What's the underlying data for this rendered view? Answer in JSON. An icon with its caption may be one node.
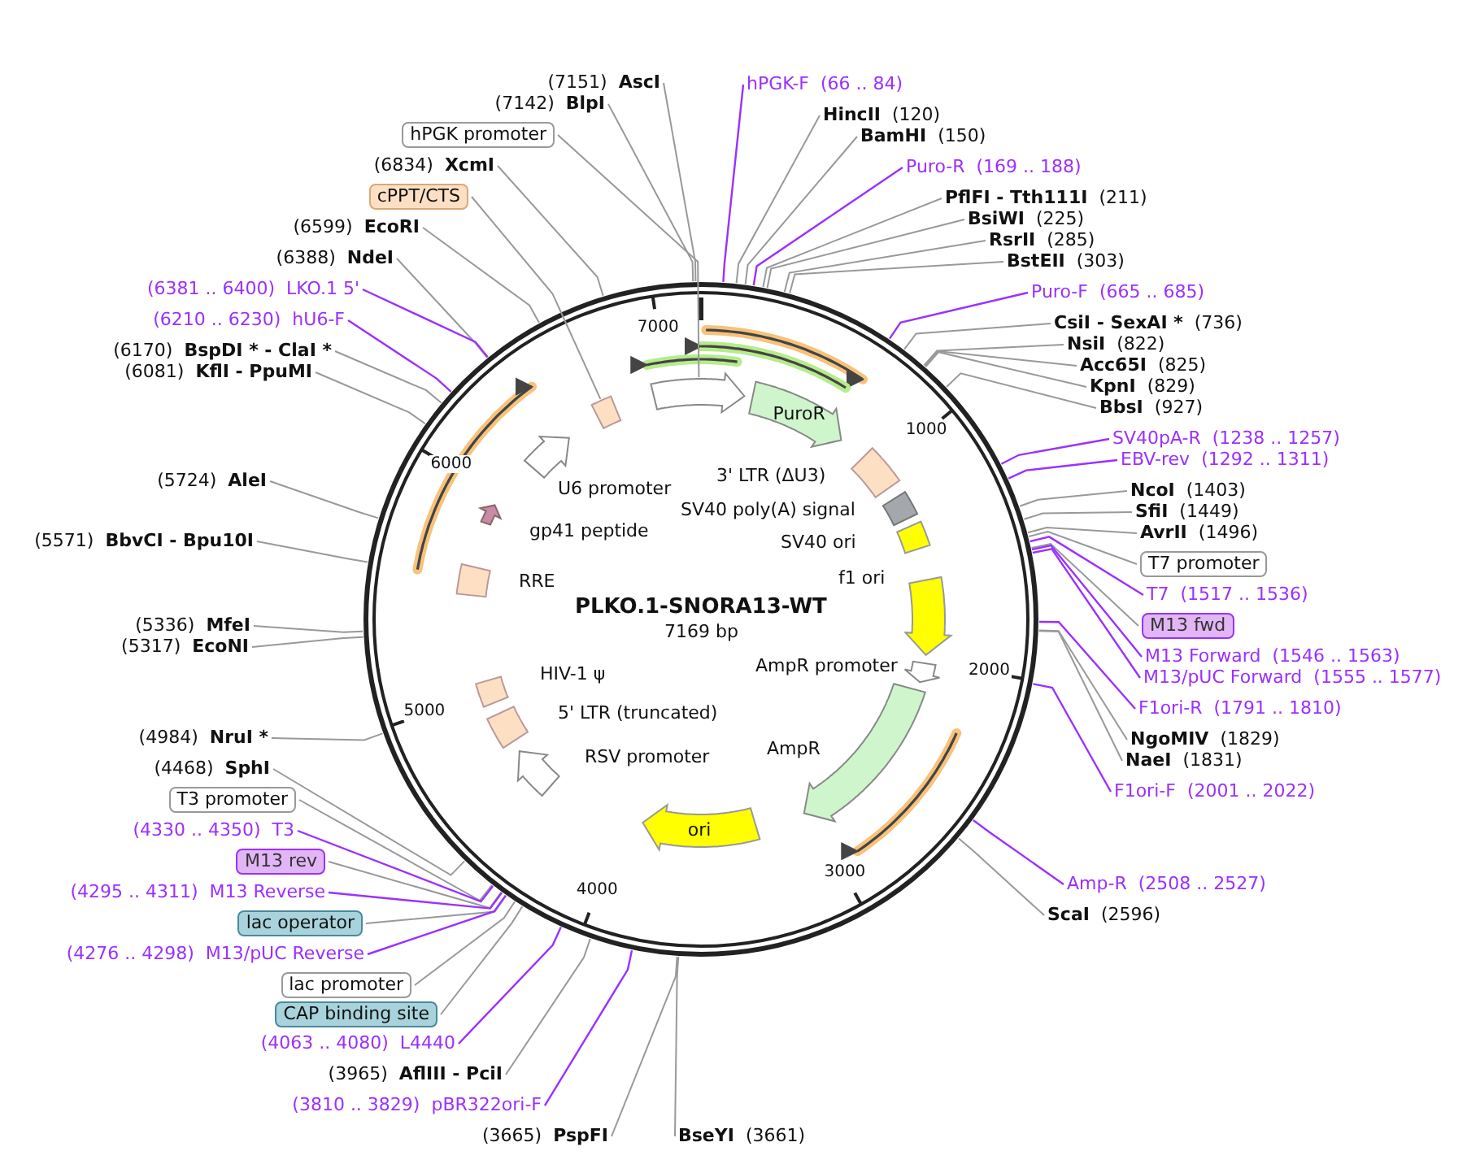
{
  "diagram": {
    "title": "PLKO.1-SNORA13-WT",
    "caption": "7169 bp",
    "nodes": [
      {
        "text": [
          "(7151)",
          "AscI"
        ]
      },
      {
        "text": [
          "(7142)",
          "BlpI"
        ]
      },
      {
        "text": [
          "hPGK promoter"
        ]
      },
      {
        "text": [
          "(6834)",
          "XcmI"
        ]
      },
      {
        "text": [
          "cPPT/CTS"
        ]
      },
      {
        "text": [
          "(6599)",
          "EcoRI"
        ]
      },
      {
        "text": [
          "(6388)",
          "NdeI"
        ]
      },
      {
        "text": [
          "(6381 .. 6400)",
          "LKO.1 5'"
        ]
      },
      {
        "text": [
          "(6210 .. 6230)",
          "hU6-F"
        ]
      },
      {
        "text": [
          "(6170)",
          "BspDI * - ClaI *"
        ]
      },
      {
        "text": [
          "(6081)",
          "KflI - PpuMI"
        ]
      },
      {
        "text": [
          "(5724)",
          "AleI"
        ]
      },
      {
        "text": [
          "(5571)",
          "BbvCI - Bpu10I"
        ]
      },
      {
        "text": [
          "(5336)",
          "MfeI"
        ]
      },
      {
        "text": [
          "(5317)",
          "EcoNI"
        ]
      },
      {
        "text": [
          "(4984)",
          "NruI *"
        ]
      },
      {
        "text": [
          "(4468)",
          "SphI"
        ]
      },
      {
        "text": [
          "T3 promoter"
        ]
      },
      {
        "text": [
          "(4330 .. 4350)",
          "T3"
        ]
      },
      {
        "text": [
          "M13 rev"
        ]
      },
      {
        "text": [
          "(4295 .. 4311)",
          "M13 Reverse"
        ]
      },
      {
        "text": [
          "lac operator"
        ]
      },
      {
        "text": [
          "(4276 .. 4298)",
          "M13/pUC Reverse"
        ]
      },
      {
        "text": [
          "lac promoter"
        ]
      },
      {
        "text": [
          "CAP binding site"
        ]
      },
      {
        "text": [
          "(4063 .. 4080)",
          "L4440"
        ]
      },
      {
        "text": [
          "(3965)",
          "AflIII - PciI"
        ]
      },
      {
        "text": [
          "(3810 .. 3829)",
          "pBR322ori-F"
        ]
      },
      {
        "text": [
          "(3665)",
          "PspFI"
        ]
      },
      {
        "text": [
          "BseYI",
          "(3661)"
        ]
      },
      {
        "text": [
          "hPGK-F",
          "(66 .. 84)"
        ]
      },
      {
        "text": [
          "HincII",
          "(120)"
        ]
      },
      {
        "text": [
          "BamHI",
          "(150)"
        ]
      },
      {
        "text": [
          "Puro-R",
          "(169 .. 188)"
        ]
      },
      {
        "text": [
          "PflFI - Tth111I",
          "(211)"
        ]
      },
      {
        "text": [
          "BsiWI",
          "(225)"
        ]
      },
      {
        "text": [
          "RsrII",
          "(285)"
        ]
      },
      {
        "text": [
          "BstEII",
          "(303)"
        ]
      },
      {
        "text": [
          "Puro-F",
          "(665 .. 685)"
        ]
      },
      {
        "text": [
          "CsiI - SexAI *",
          "(736)"
        ]
      },
      {
        "text": [
          "NsiI",
          "(822)"
        ]
      },
      {
        "text": [
          "Acc65I",
          "(825)"
        ]
      },
      {
        "text": [
          "KpnI",
          "(829)"
        ]
      },
      {
        "text": [
          "BbsI",
          "(927)"
        ]
      },
      {
        "text": [
          "SV40pA-R",
          "(1238 .. 1257)"
        ]
      },
      {
        "text": [
          "EBV-rev",
          "(1292 .. 1311)"
        ]
      },
      {
        "text": [
          "NcoI",
          "(1403)"
        ]
      },
      {
        "text": [
          "SfiI",
          "(1449)"
        ]
      },
      {
        "text": [
          "AvrII",
          "(1496)"
        ]
      },
      {
        "text": [
          "T7 promoter"
        ]
      },
      {
        "text": [
          "T7",
          "(1517 .. 1536)"
        ]
      },
      {
        "text": [
          "M13 fwd"
        ]
      },
      {
        "text": [
          "M13 Forward",
          "(1546 .. 1563)"
        ]
      },
      {
        "text": [
          "M13/pUC Forward",
          "(1555 .. 1577)"
        ]
      },
      {
        "text": [
          "F1ori-R",
          "(1791 .. 1810)"
        ]
      },
      {
        "text": [
          "NgoMIV",
          "(1829)"
        ]
      },
      {
        "text": [
          "NaeI",
          "(1831)"
        ]
      },
      {
        "text": [
          "F1ori-F",
          "(2001 .. 2022)"
        ]
      },
      {
        "text": [
          "Amp-R",
          "(2508 .. 2527)"
        ]
      },
      {
        "text": [
          "ScaI",
          "(2596)"
        ]
      },
      {
        "text": [],
        "shape": "arrow"
      },
      {
        "text": [],
        "shape": "box"
      },
      {
        "text": [
          "PuroR"
        ]
      },
      {
        "text": [
          "3' LTR (ΔU3)"
        ]
      },
      {
        "text": [
          "SV40 poly(A) signal"
        ]
      },
      {
        "text": [
          "SV40 ori"
        ]
      },
      {
        "text": [
          "f1 ori"
        ]
      },
      {
        "text": [
          "AmpR promoter"
        ]
      },
      {
        "text": [
          "AmpR"
        ]
      },
      {
        "text": [
          "ori"
        ]
      },
      {
        "text": [
          "RSV promoter"
        ]
      },
      {
        "text": [
          "5' LTR (truncated)"
        ]
      },
      {
        "text": [
          "HIV-1 ψ"
        ]
      },
      {
        "text": [
          "RRE"
        ]
      },
      {
        "text": [
          "gp41 peptide"
        ]
      },
      {
        "text": [
          "U6 promoter"
        ]
      }
    ],
    "edges": [
      {
        "from": 0,
        "to": null,
        "arrow": "none"
      },
      {
        "from": 1,
        "to": null,
        "arrow": "none"
      },
      {
        "from": 2,
        "to": 60,
        "arrow": "none"
      },
      {
        "from": 3,
        "to": null,
        "arrow": "none"
      },
      {
        "from": 4,
        "to": 61,
        "arrow": "none"
      },
      {
        "from": 5,
        "to": null,
        "arrow": "none"
      },
      {
        "from": 6,
        "to": null,
        "arrow": "none"
      },
      {
        "from": 7,
        "to": null,
        "arrow": "none",
        "color": "#9b30ff"
      },
      {
        "from": 8,
        "to": null,
        "arrow": "none",
        "color": "#9b30ff"
      },
      {
        "from": 9,
        "to": null,
        "arrow": "none"
      },
      {
        "from": 10,
        "to": null,
        "arrow": "none"
      },
      {
        "from": 11,
        "to": null,
        "arrow": "none"
      },
      {
        "from": 12,
        "to": null,
        "arrow": "none"
      },
      {
        "from": 13,
        "to": null,
        "arrow": "none"
      },
      {
        "from": 14,
        "to": null,
        "arrow": "none"
      },
      {
        "from": 15,
        "to": null,
        "arrow": "none"
      },
      {
        "from": 16,
        "to": null,
        "arrow": "none"
      },
      {
        "from": 17,
        "to": null,
        "arrow": "none"
      },
      {
        "from": 18,
        "to": null,
        "arrow": "none",
        "color": "#9b30ff"
      },
      {
        "from": 19,
        "to": null,
        "arrow": "none"
      },
      {
        "from": 20,
        "to": null,
        "arrow": "none",
        "color": "#9b30ff"
      },
      {
        "from": 21,
        "to": null,
        "arrow": "none"
      },
      {
        "from": 22,
        "to": null,
        "arrow": "none",
        "color": "#9b30ff"
      },
      {
        "from": 23,
        "to": null,
        "arrow": "none"
      },
      {
        "from": 24,
        "to": null,
        "arrow": "none"
      },
      {
        "from": 25,
        "to": null,
        "arrow": "none",
        "color": "#9b30ff"
      },
      {
        "from": 26,
        "to": null,
        "arrow": "none"
      },
      {
        "from": 27,
        "to": null,
        "arrow": "none",
        "color": "#9b30ff"
      },
      {
        "from": 28,
        "to": null,
        "arrow": "none"
      },
      {
        "from": 29,
        "to": null,
        "arrow": "none"
      },
      {
        "from": 30,
        "to": null,
        "arrow": "none",
        "color": "#9b30ff"
      },
      {
        "from": 31,
        "to": null,
        "arrow": "none"
      },
      {
        "from": 32,
        "to": null,
        "arrow": "none"
      },
      {
        "from": 33,
        "to": null,
        "arrow": "none",
        "color": "#9b30ff"
      },
      {
        "from": 34,
        "to": null,
        "arrow": "none"
      },
      {
        "from": 35,
        "to": null,
        "arrow": "none"
      },
      {
        "from": 36,
        "to": null,
        "arrow": "none"
      },
      {
        "from": 37,
        "to": null,
        "arrow": "none"
      },
      {
        "from": 38,
        "to": null,
        "arrow": "none",
        "color": "#9b30ff"
      },
      {
        "from": 39,
        "to": null,
        "arrow": "none"
      },
      {
        "from": 40,
        "to": null,
        "arrow": "none"
      },
      {
        "from": 41,
        "to": null,
        "arrow": "none"
      },
      {
        "from": 42,
        "to": null,
        "arrow": "none"
      },
      {
        "from": 43,
        "to": null,
        "arrow": "none"
      },
      {
        "from": 44,
        "to": null,
        "arrow": "none",
        "color": "#9b30ff"
      },
      {
        "from": 45,
        "to": null,
        "arrow": "none",
        "color": "#9b30ff"
      },
      {
        "from": 46,
        "to": null,
        "arrow": "none"
      },
      {
        "from": 47,
        "to": null,
        "arrow": "none"
      },
      {
        "from": 48,
        "to": null,
        "arrow": "none"
      },
      {
        "from": 49,
        "to": null,
        "arrow": "none"
      },
      {
        "from": 50,
        "to": null,
        "arrow": "none",
        "color": "#9b30ff"
      },
      {
        "from": 51,
        "to": null,
        "arrow": "none"
      },
      {
        "from": 52,
        "to": null,
        "arrow": "none",
        "color": "#9b30ff"
      },
      {
        "from": 53,
        "to": null,
        "arrow": "none",
        "color": "#9b30ff"
      },
      {
        "from": 54,
        "to": null,
        "arrow": "none",
        "color": "#9b30ff"
      },
      {
        "from": 55,
        "to": null,
        "arrow": "none"
      },
      {
        "from": 56,
        "to": null,
        "arrow": "none"
      },
      {
        "from": 57,
        "to": null,
        "arrow": "none",
        "color": "#9b30ff"
      },
      {
        "from": 58,
        "to": null,
        "arrow": "none",
        "color": "#9b30ff"
      },
      {
        "from": 59,
        "to": null,
        "arrow": "none"
      }
    ],
    "labels": [
      "7000",
      "1000",
      "6000",
      "2000",
      "5000",
      "3000",
      "4000"
    ]
  }
}
